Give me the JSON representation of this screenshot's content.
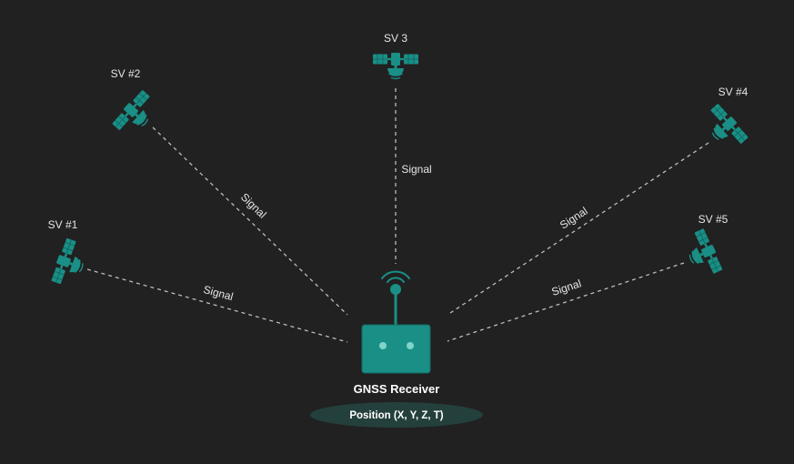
{
  "colors": {
    "background": "#212121",
    "accent": "#1a8f86",
    "accent_dark": "#116b64",
    "accent_light": "#5fc4ba",
    "signal_line": "#bdbdbd",
    "position_ellipse": "#24403c"
  },
  "satellites": [
    {
      "id": "sv1",
      "label": "SV #1",
      "icon": "satellite-icon"
    },
    {
      "id": "sv2",
      "label": "SV #2",
      "icon": "satellite-icon"
    },
    {
      "id": "sv3",
      "label": "SV 3",
      "icon": "satellite-icon"
    },
    {
      "id": "sv4",
      "label": "SV #4",
      "icon": "satellite-icon"
    },
    {
      "id": "sv5",
      "label": "SV #5",
      "icon": "satellite-icon"
    }
  ],
  "signals": [
    {
      "from": "sv1",
      "label": "Signal"
    },
    {
      "from": "sv2",
      "label": "Signal"
    },
    {
      "from": "sv3",
      "label": "Signal"
    },
    {
      "from": "sv4",
      "label": "Signal"
    },
    {
      "from": "sv5",
      "label": "Signal"
    }
  ],
  "receiver": {
    "title": "GNSS Receiver",
    "position": "Position (X, Y, Z, T)",
    "icon": "receiver-icon",
    "antenna_icon": "antenna-icon"
  }
}
